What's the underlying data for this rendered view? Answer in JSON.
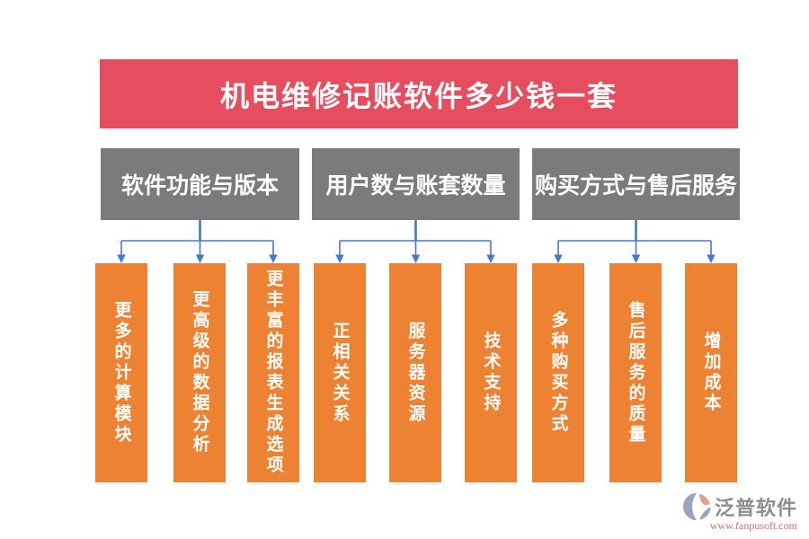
{
  "colors": {
    "banner": "#E64D5E",
    "header-box": "#7B7B7B",
    "bar": "#ED8232",
    "connector": "#4876CB",
    "logo-blue": "#9AA4BD",
    "logo-salmon": "#DCA18F",
    "brand-text": "#8E8E8E",
    "url-text": "#C4756C"
  },
  "title": "机电维修记账软件多少钱一套",
  "groups": [
    {
      "header": "软件功能与版本",
      "items": [
        "更多的计算模块",
        "更高级的数据分析",
        "更丰富的报表生成选项"
      ]
    },
    {
      "header": "用户数与账套数量",
      "items": [
        "正相关关系",
        "服务器资源",
        "技术支持"
      ]
    },
    {
      "header": "购买方式与售后服务",
      "items": [
        "多种购买方式",
        "售后服务的质量",
        "增加成本"
      ]
    }
  ],
  "footer": {
    "brand": "泛普软件",
    "url": "www.fanpusoft.com"
  }
}
